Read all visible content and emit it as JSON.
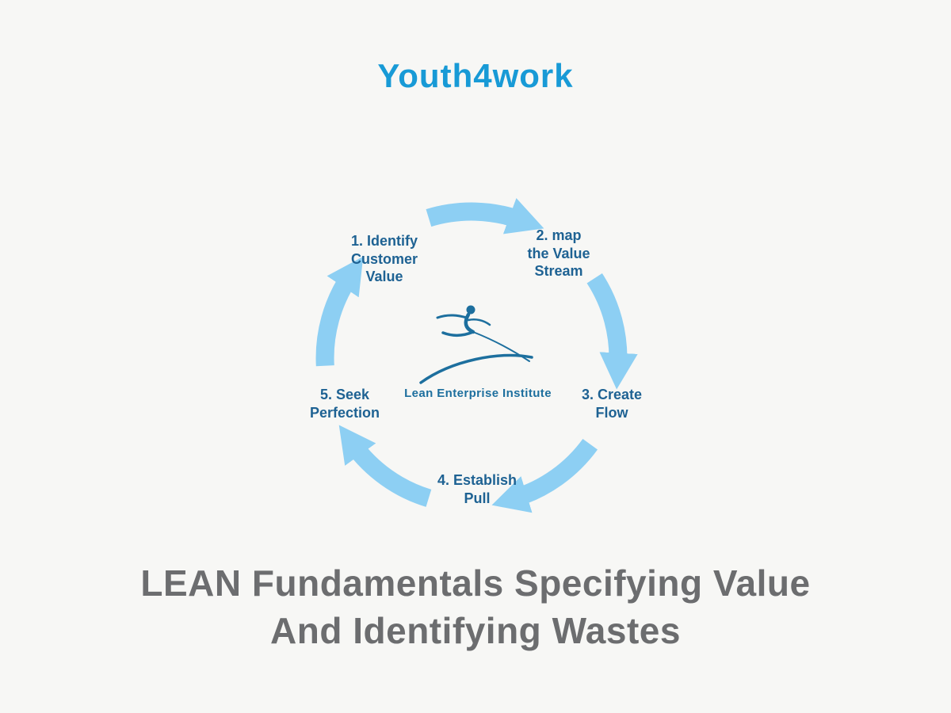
{
  "page": {
    "background_color": "#f7f7f5",
    "brand": {
      "title": "Youth4work",
      "color": "#189ad6"
    },
    "caption": {
      "line1": "LEAN Fundamentals Specifying Value",
      "line2": "And Identifying Wastes",
      "color": "#6c6d6f"
    }
  },
  "diagram": {
    "type": "cycle",
    "arrow_color": "#8dcff3",
    "step_label_color": "#1e6293",
    "center_logo": {
      "icon": "leaping-figure-swoosh-icon",
      "caption": "Lean Enterprise Institute",
      "color": "#1d6f9e"
    },
    "steps": [
      {
        "id": 1,
        "label": "1. Identify Customer Value",
        "lines": [
          "1. Identify",
          "Customer",
          "Value"
        ]
      },
      {
        "id": 2,
        "label": "2. map the Value Stream",
        "lines": [
          "2. map",
          "the Value",
          "Stream"
        ]
      },
      {
        "id": 3,
        "label": "3. Create Flow",
        "lines": [
          "3. Create",
          "Flow"
        ]
      },
      {
        "id": 4,
        "label": "4. Establish Pull",
        "lines": [
          "4. Establish",
          "Pull"
        ]
      },
      {
        "id": 5,
        "label": "5. Seek Perfection",
        "lines": [
          "5. Seek",
          "Perfection"
        ]
      }
    ],
    "flow_order": "clockwise: 1 -> 2 -> 3 -> 4 -> 5 -> 1"
  }
}
